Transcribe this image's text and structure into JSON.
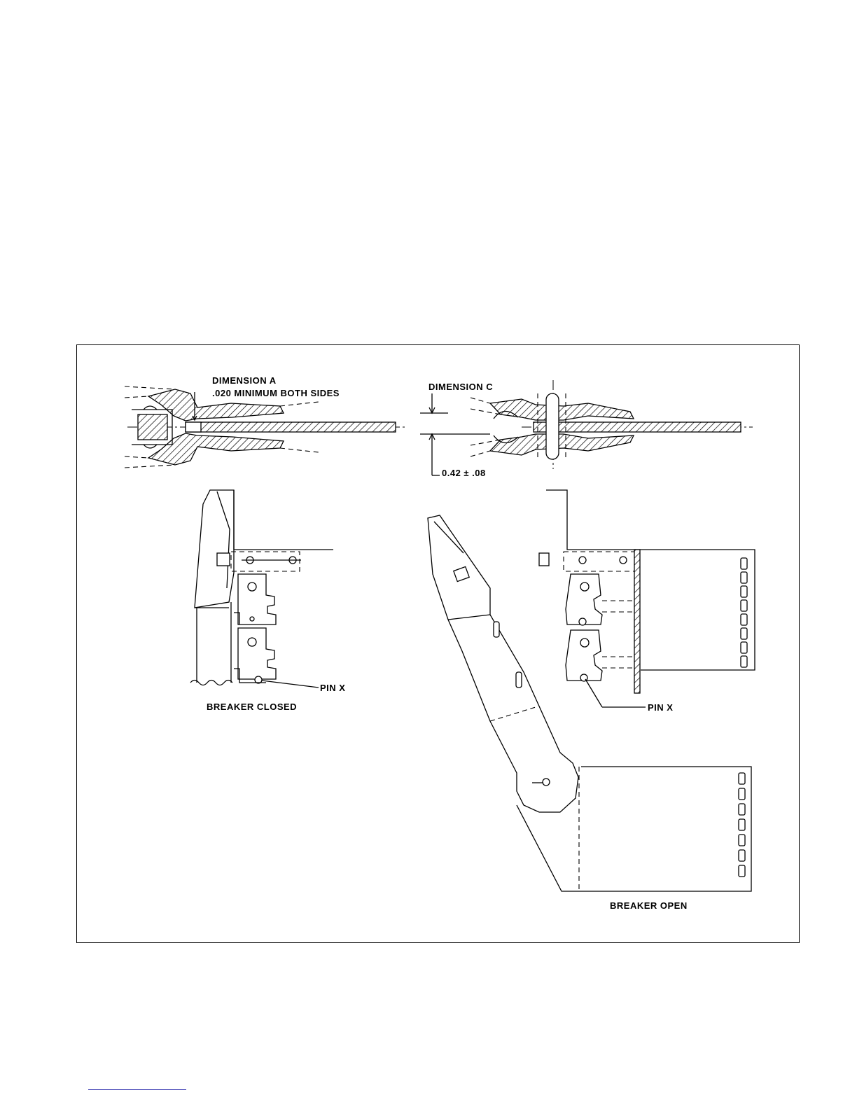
{
  "figure": {
    "labels": {
      "dimension_a": "DIMENSION A",
      "dimension_a_note": ".020 MINIMUM BOTH SIDES",
      "dimension_c": "DIMENSION C",
      "dimension_c_value": "0.42 ± .08",
      "pin_x_closed": "PIN X",
      "pin_x_open": "PIN X",
      "caption_closed": "BREAKER CLOSED",
      "caption_open": "BREAKER OPEN"
    }
  },
  "colors": {
    "line": "#000000",
    "background": "#ffffff",
    "footer_rule": "#1a1aa6"
  }
}
